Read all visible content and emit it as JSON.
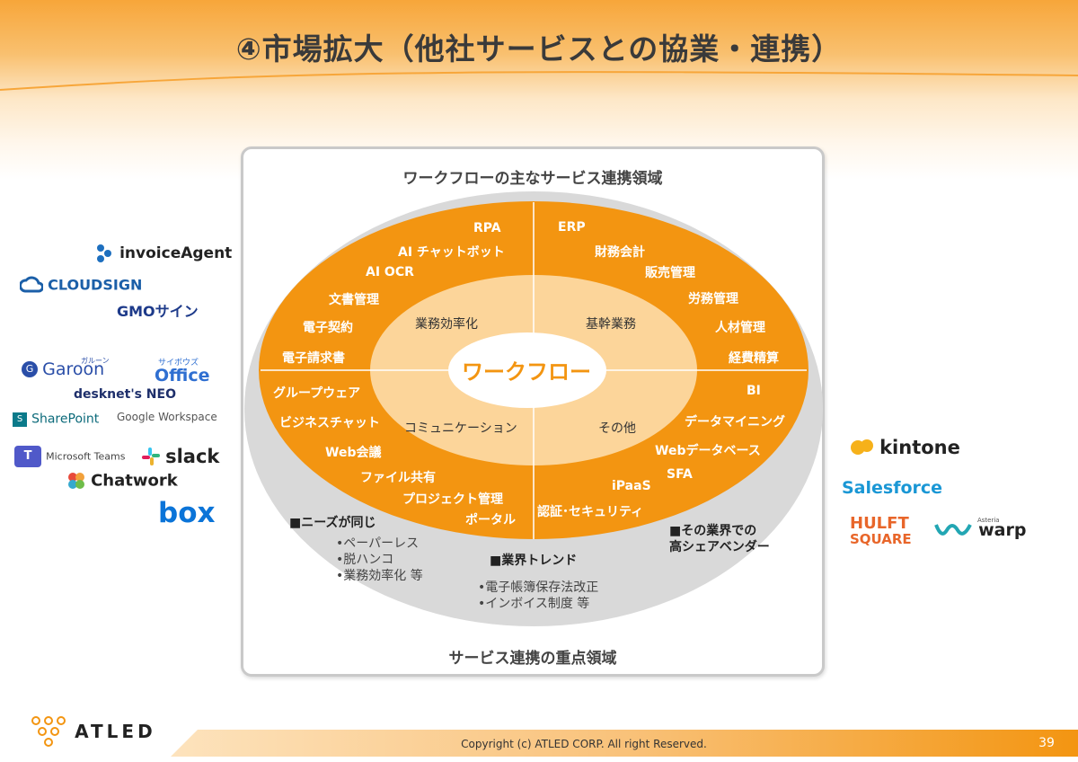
{
  "title": "④市場拡大（他社サービスとの協業・連携）",
  "panel": {
    "title": "ワークフローの主なサービス連携領域",
    "footer": "サービス連携の重点領域"
  },
  "center": "ワークフロー",
  "quadrants": {
    "top_left": "業務効率化",
    "top_right": "基幹業務",
    "bottom_left": "コミュニケーション",
    "bottom_right": "その他"
  },
  "outer_labels": {
    "top_left": [
      "RPA",
      "AI チャットボット",
      "AI OCR",
      "文書管理",
      "電子契約",
      "電子請求書"
    ],
    "top_right": [
      "ERP",
      "財務会計",
      "販売管理",
      "労務管理",
      "人材管理",
      "経費精算"
    ],
    "bottom_left": [
      "グループウェア",
      "ビジネスチャット",
      "Web会議",
      "ファイル共有",
      "プロジェクト管理",
      "ポータル"
    ],
    "bottom_right": [
      "BI",
      "データマイニング",
      "Webデータベース",
      "SFA",
      "iPaaS",
      "認証･セキュリティ"
    ]
  },
  "notes": {
    "needs": {
      "heading": "■ニーズが同じ",
      "items": [
        "•ペーパーレス",
        "•脱ハンコ",
        "•業務効率化 等"
      ]
    },
    "trend": {
      "heading": "■業界トレンド",
      "items": [
        "•電子帳簿保存法改正",
        "•インボイス制度 等"
      ]
    },
    "vendor": {
      "heading_lines": [
        "■その業界での",
        "高シェアベンダー"
      ]
    }
  },
  "logos_left": {
    "invoiceagent": "invoiceAgent",
    "cloudsign": "CLOUDSIGN",
    "gmo": "GMOサイン",
    "garoon": "Garoon",
    "garoon_ruby": "ガルーン",
    "office_ruby": "サイボウズ",
    "office": "Office",
    "desknets": "desknet's NEO",
    "sharepoint": "SharePoint",
    "google": "Google Workspace",
    "teams": "Microsoft Teams",
    "slack": "slack",
    "chatwork": "Chatwork",
    "box": "box"
  },
  "logos_right": {
    "kintone": "kintone",
    "salesforce": "Salesforce",
    "hulft_1": "HULFT",
    "hulft_2": "SQUARE",
    "warp_small": "Asteria",
    "warp": "warp"
  },
  "company_logo": "ATLED",
  "footer": {
    "copyright": "Copyright (c)  ATLED CORP. All right Reserved.",
    "page": "39"
  },
  "colors": {
    "accent": "#f39511",
    "inner_ring": "#fcd59a",
    "outer_ring": "#d9d9d9"
  }
}
